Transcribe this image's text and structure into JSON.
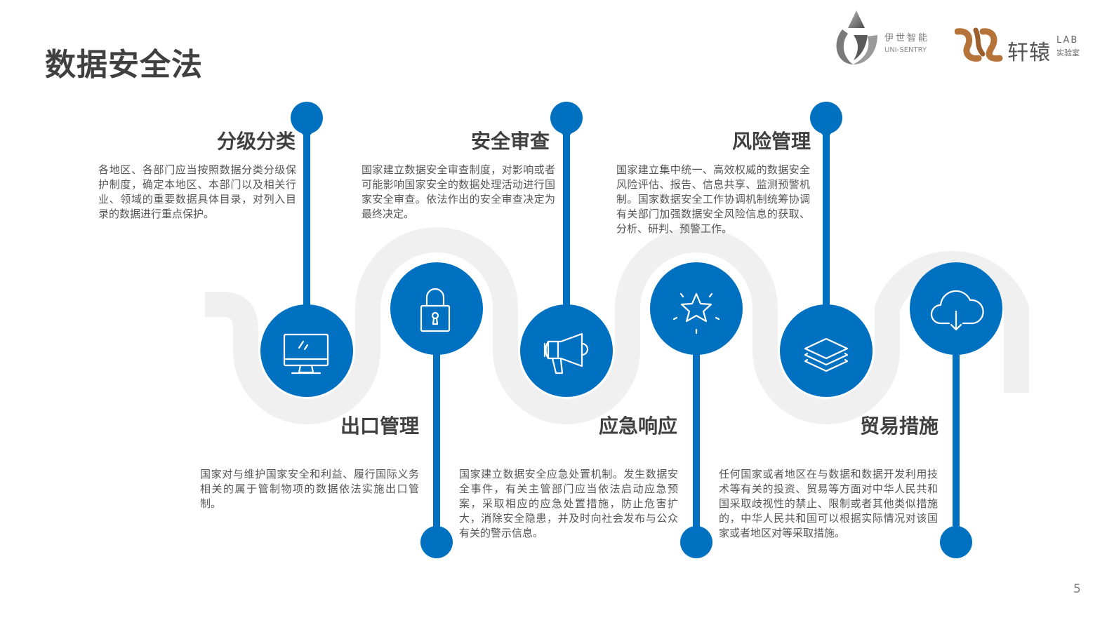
{
  "slide": {
    "title": "数据安全法",
    "page_number": "5"
  },
  "logos": {
    "uni_sentry": {
      "cn": "伊世智能",
      "en": "UNI-SENTRY",
      "icon": "uni-sentry-logo-icon"
    },
    "xuanyuan": {
      "cn": "轩辕",
      "lab": "LAB",
      "sub": "实验室",
      "icon": "xuanyuan-logo-icon"
    }
  },
  "colors": {
    "accent_blue": "#0070c0",
    "wave_gray": "#f0f0f0",
    "text_dark": "#404040",
    "text_body": "#555555"
  },
  "nodes": [
    {
      "id": 1,
      "heading": "分级分类",
      "icon": "monitor-icon",
      "position": "top",
      "description": "各地区、各部门应当按照数据分类分级保护制度，确定本地区、本部门以及相关行业、领域的重要数据具体目录，对列入目录的数据进行重点保护。"
    },
    {
      "id": 2,
      "heading": "出口管理",
      "icon": "padlock-icon",
      "position": "bottom",
      "description": "国家对与维护国家安全和利益、履行国际义务相关的属于管制物项的数据依法实施出口管制。"
    },
    {
      "id": 3,
      "heading": "安全审查",
      "icon": "megaphone-icon",
      "position": "top",
      "description": "国家建立数据安全审查制度，对影响或者可能影响国家安全的数据处理活动进行国家安全审查。依法作出的安全审查决定为最终决定。"
    },
    {
      "id": 4,
      "heading": "应急响应",
      "icon": "star-icon",
      "position": "bottom",
      "description": "国家建立数据安全应急处置机制。发生数据安全事件，有关主管部门应当依法启动应急预案，采取相应的应急处置措施，防止危害扩大，消除安全隐患，并及时向社会发布与公众有关的警示信息。"
    },
    {
      "id": 5,
      "heading": "风险管理",
      "icon": "layers-icon",
      "position": "top",
      "description": "国家建立集中统一、高效权威的数据安全风险评估、报告、信息共享、监测预警机制。国家数据安全工作协调机制统筹协调有关部门加强数据安全风险信息的获取、分析、研判、预警工作。"
    },
    {
      "id": 6,
      "heading": "贸易措施",
      "icon": "cloud-download-icon",
      "position": "bottom",
      "description": "任何国家或者地区在与数据和数据开发利用技术等有关的投资、贸易等方面对中华人民共和国采取歧视性的禁止、限制或者其他类似措施的，中华人民共和国可以根据实际情况对该国家或者地区对等采取措施。"
    }
  ]
}
